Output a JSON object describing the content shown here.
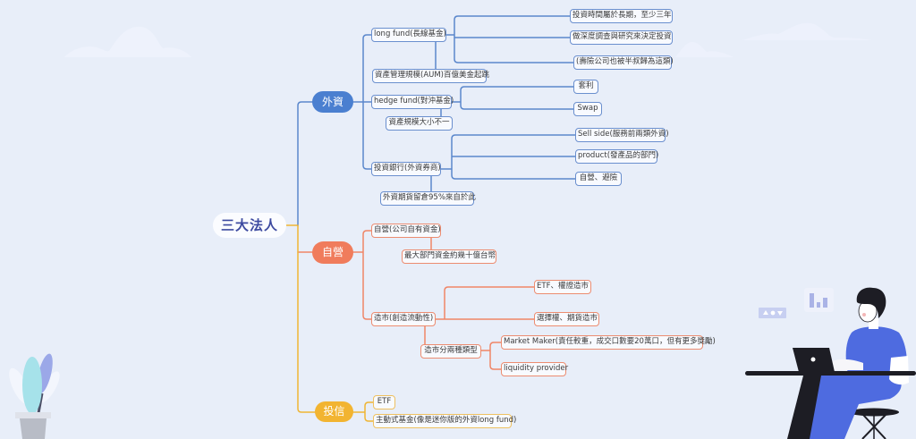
{
  "mindmap": {
    "root": {
      "label": "三大法人"
    },
    "branches": [
      {
        "label": "外資",
        "color": "#4a7fd0",
        "children": [
          {
            "label": "long fund(長線基金)",
            "note": "資產管理規模(AUM)百億美金起跳",
            "details": [
              "投資時間屬於長期，至少三年",
              "做深度調查與研究來決定投資",
              "(壽險公司也被半叔歸為這類)"
            ]
          },
          {
            "label": "hedge fund(對沖基金)",
            "note": "資產規模大小不一",
            "details": [
              "套利",
              "Swap"
            ]
          },
          {
            "label": "投資銀行(外資券商)",
            "note": "外資期貨留倉95%來自於此",
            "details": [
              "Sell side(服務前兩類外資)",
              "product(發產品的部門)",
              "自營、避險"
            ]
          }
        ]
      },
      {
        "label": "自營",
        "color": "#f07c5c",
        "children": [
          {
            "label": "自營(公司自有資金)",
            "note": "最大部門資金約幾十億台幣"
          },
          {
            "label": "造市(創造流動性)",
            "details": [
              "ETF、權證造市",
              "選擇權、期貨造市"
            ],
            "note": "造市分兩種類型",
            "note_details": [
              "Market Maker(責任較重，成交口數要20萬口，但有更多獎勵)",
              "liquidity provider"
            ]
          }
        ]
      },
      {
        "label": "投信",
        "color": "#f2b431",
        "children": [
          {
            "label": "ETF"
          },
          {
            "label": "主動式基金(像是迷你版的外資long fund)"
          }
        ]
      }
    ]
  },
  "theme": {
    "background": "#e8eef9",
    "root_text": "#3d4aa0",
    "line_blue": "#5a87cc",
    "line_coral": "#ef8567",
    "line_yellow": "#efb534"
  },
  "decor": {
    "icons": [
      "cloud-icon",
      "plant-icon",
      "person-at-laptop-icon",
      "bar-chart-icon",
      "triangle-up-icon",
      "circle-icon",
      "triangle-down-icon"
    ]
  }
}
